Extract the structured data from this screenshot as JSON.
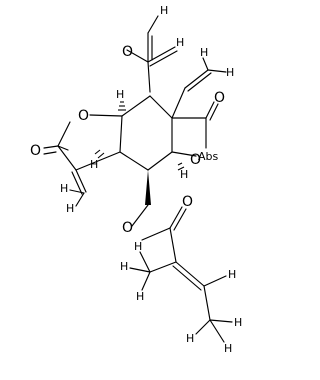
{
  "molecule": {
    "atoms": {
      "o_aldehyde": "O",
      "o_lactone_ring": "O",
      "o_lactone_carbonyl": "O",
      "o_beta_lactone_carbonyl": "O",
      "o_beta_lactone_ring": "O",
      "o_ester_link": "O",
      "o_ester_carbonyl": "O",
      "abs_marker": "Abs"
    },
    "hydrogens": {
      "h_aldehyde": "H",
      "h_vinyl_top": "H",
      "h_vinyl_top_right": "H",
      "h_vinyl_right": "H",
      "h_exomethylene": "H",
      "h_vinyl_low": "H",
      "h_methyl_1": "H",
      "h_methyl_2": "H",
      "h_methyl_3": "H",
      "h_alkene": "H",
      "h_terminal_methyl_1": "H",
      "h_terminal_methyl_2": "H",
      "h_terminal_methyl_3": "H",
      "h_stereo_1": "H",
      "h_stereo_2": "H",
      "h_stereo_3": "H"
    },
    "colors": {
      "ink": "#000000",
      "background": "#ffffff"
    }
  }
}
